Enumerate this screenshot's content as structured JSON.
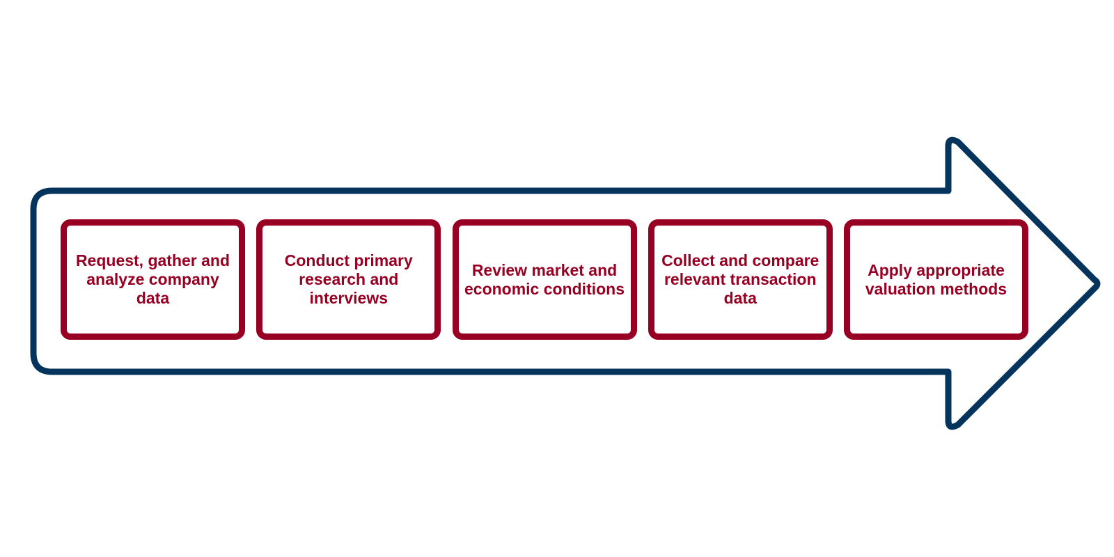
{
  "colors": {
    "arrow_outline": "#04345c",
    "step_accent": "#970022",
    "background": "#ffffff"
  },
  "arrow": {
    "icon": "right-arrow-outline-icon"
  },
  "steps": [
    {
      "label": "Request, gather and analyze company data"
    },
    {
      "label": "Conduct primary research and interviews"
    },
    {
      "label": "Review market and economic conditions"
    },
    {
      "label": "Collect and compare relevant transaction data"
    },
    {
      "label": "Apply appropriate valuation methods"
    }
  ]
}
